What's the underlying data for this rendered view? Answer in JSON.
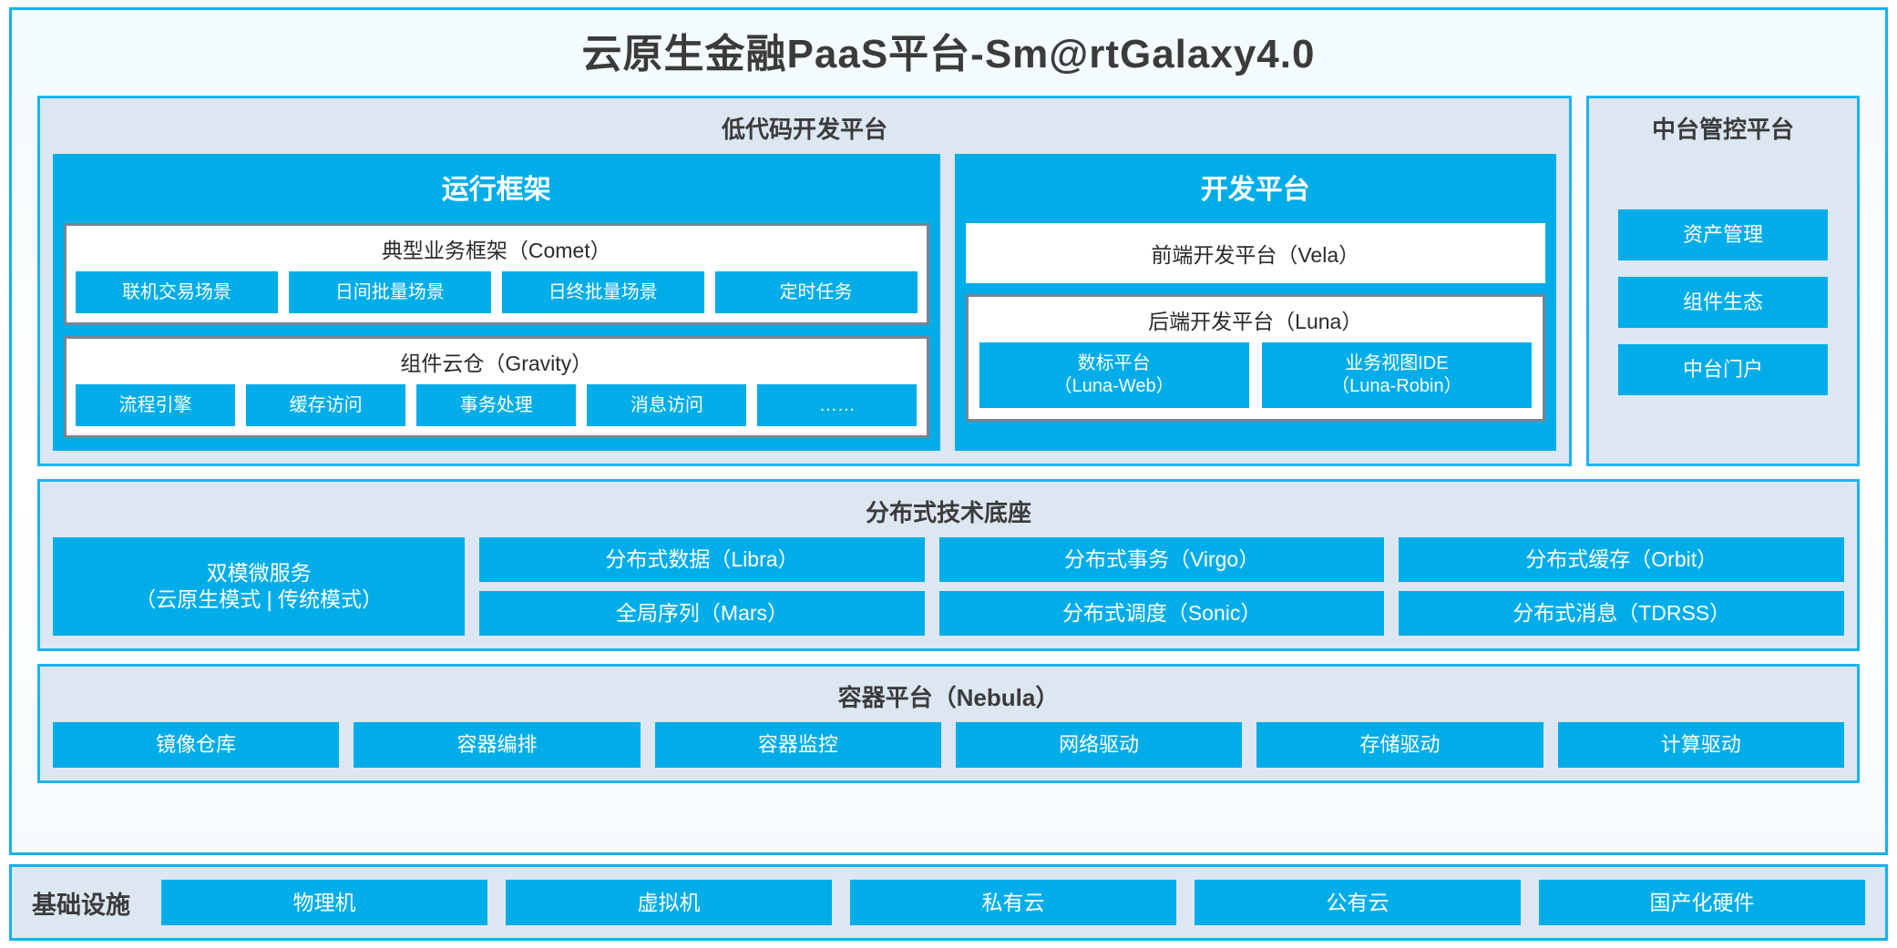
{
  "title": "云原生金融PaaS平台-Sm@rtGalaxy4.0",
  "colors": {
    "accent_blue": "#00ade8",
    "border_blue": "#14b1ec",
    "panel_bg": "#dde7f2",
    "inner_border_gray": "#7a8493",
    "text_dark": "#3b3b3b"
  },
  "lowcode": {
    "panel_title": "低代码开发平台",
    "runtime": {
      "heading": "运行框架",
      "groups": [
        {
          "title": "典型业务框架（Comet）",
          "items": [
            "联机交易场景",
            "日间批量场景",
            "日终批量场景",
            "定时任务"
          ]
        },
        {
          "title": "组件云仓（Gravity）",
          "items": [
            "流程引擎",
            "缓存访问",
            "事务处理",
            "消息访问",
            "……"
          ]
        }
      ]
    },
    "devplatform": {
      "heading": "开发平台",
      "frontend": "前端开发平台（Vela）",
      "backend": {
        "title": "后端开发平台（Luna）",
        "items": [
          {
            "line1": "数标平台",
            "line2": "（Luna-Web）"
          },
          {
            "line1": "业务视图IDE",
            "line2": "（Luna-Robin）"
          }
        ]
      }
    }
  },
  "management": {
    "panel_title": "中台管控平台",
    "items": [
      "资产管理",
      "组件生态",
      "中台门户"
    ]
  },
  "distributed": {
    "panel_title": "分布式技术底座",
    "microservice": {
      "line1": "双模微服务",
      "line2": "（云原生模式 | 传统模式）"
    },
    "columns": [
      {
        "top": "分布式数据（Libra）",
        "bottom": "全局序列（Mars）"
      },
      {
        "top": "分布式事务（Virgo）",
        "bottom": "分布式调度（Sonic）"
      },
      {
        "top": "分布式缓存（Orbit）",
        "bottom": "分布式消息（TDRSS）"
      }
    ]
  },
  "container": {
    "panel_title": "容器平台（Nebula）",
    "items": [
      "镜像仓库",
      "容器编排",
      "容器监控",
      "网络驱动",
      "存储驱动",
      "计算驱动"
    ]
  },
  "infrastructure": {
    "label": "基础设施",
    "items": [
      "物理机",
      "虚拟机",
      "私有云",
      "公有云",
      "国产化硬件"
    ]
  }
}
